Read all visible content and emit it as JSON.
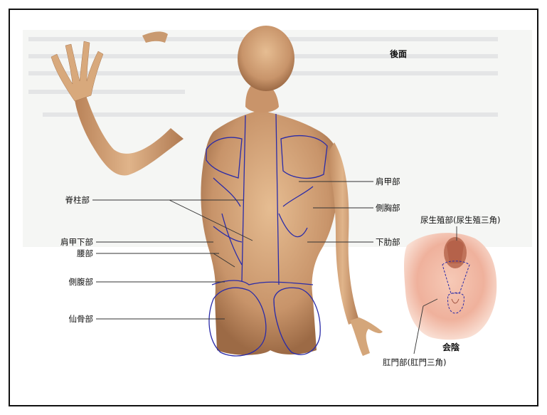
{
  "figure": {
    "view_title": "後面",
    "back_labels": {
      "spine": "脊柱部",
      "infrascapular": "肩甲下部",
      "lumbar": "腰部",
      "lateral_abdominal": "側腹部",
      "sacral": "仙骨部",
      "scapular": "肩甲部",
      "lateral_thoracic": "側胸部",
      "hypochondriac": "下肋部"
    },
    "perineum": {
      "urogenital": "尿生殖部(尿生殖三角)",
      "title": "会陰",
      "anal": "肛門部(肛門三角)"
    }
  },
  "colors": {
    "outline": "#2a2ba8",
    "skin_light": "#e0b488",
    "skin_dark": "#a06c45",
    "perineum_pink": "#f0b5a2"
  }
}
